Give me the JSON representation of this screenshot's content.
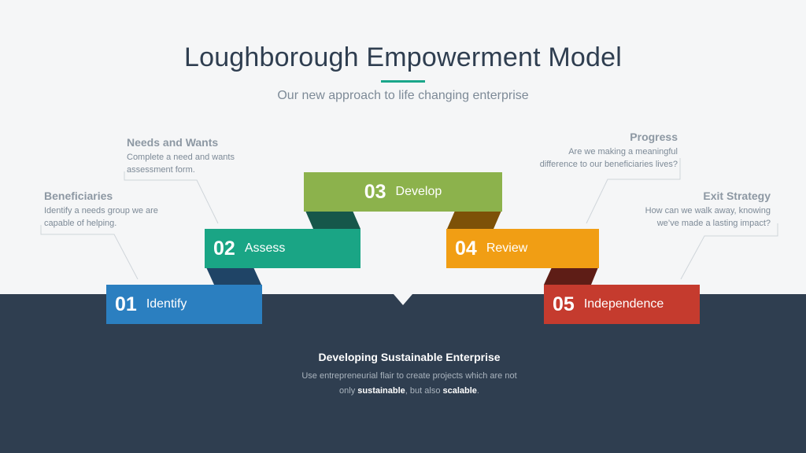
{
  "header": {
    "title": "Loughborough Empowerment Model",
    "subtitle": "Our new approach to life changing enterprise"
  },
  "steps": [
    {
      "number": "01",
      "label": "Identify",
      "color": "#2b7fc0"
    },
    {
      "number": "02",
      "label": "Assess",
      "color": "#1aa585"
    },
    {
      "number": "03",
      "label": "Develop",
      "color": "#8cb24c"
    },
    {
      "number": "04",
      "label": "Review",
      "color": "#f19e14"
    },
    {
      "number": "05",
      "label": "Independence",
      "color": "#c53b2e"
    }
  ],
  "notes": {
    "beneficiaries": {
      "heading": "Beneficiaries",
      "line1": "Identify a needs group we are",
      "line2": "capable of helping."
    },
    "needs": {
      "heading": "Needs and Wants",
      "line1": "Complete a need and wants",
      "line2": "assessment form."
    },
    "progress": {
      "heading": "Progress",
      "line1": "Are we making a meaningful",
      "line2": "difference to our beneficiaries lives?"
    },
    "exit": {
      "heading": "Exit Strategy",
      "line1": "How can we walk away, knowing",
      "line2": "we’ve made a lasting impact?"
    }
  },
  "footer": {
    "heading": "Developing Sustainable Enterprise",
    "line1": "Use entrepreneurial flair to create projects which are not",
    "line2_prefix": "only ",
    "line2_bold1": "sustainable",
    "line2_mid": ", but also ",
    "line2_bold2": "scalable",
    "line2_suffix": "."
  },
  "colors": {
    "background": "#f5f6f7",
    "panel": "#2f3e50",
    "accent": "#1aa68a",
    "connector_blue": "#1f4466",
    "connector_green": "#16574a",
    "connector_brown": "#7d5108",
    "connector_maroon": "#5e1d16"
  }
}
